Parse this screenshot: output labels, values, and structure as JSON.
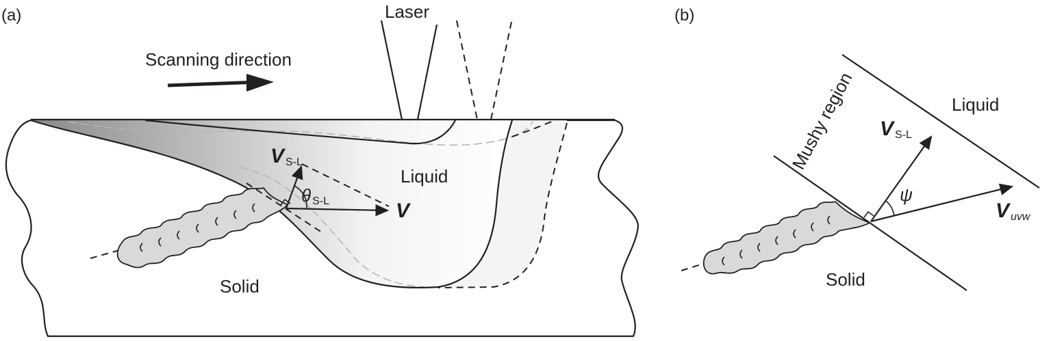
{
  "panel_a": {
    "tag": "(a)",
    "laser": "Laser",
    "scan": "Scanning direction",
    "liquid": "Liquid",
    "solid": "Solid",
    "v_sl_main": "V",
    "v_sl_sub": "S-L",
    "theta_main": "θ",
    "theta_sub": "S-L",
    "v": "V"
  },
  "panel_b": {
    "tag": "(b)",
    "mushy": "Mushy region",
    "liquid": "Liquid",
    "solid": "Solid",
    "v_sl_main": "V",
    "v_sl_sub": "S-L",
    "psi": "ψ",
    "v_uvw_main": "V",
    "v_uvw_sub": "uvw"
  },
  "colors": {
    "ink": "#231f20",
    "pool_dark": "#8a8a8a",
    "pool_light": "#f4f4f4",
    "dendrite": "#d9d9d9"
  }
}
